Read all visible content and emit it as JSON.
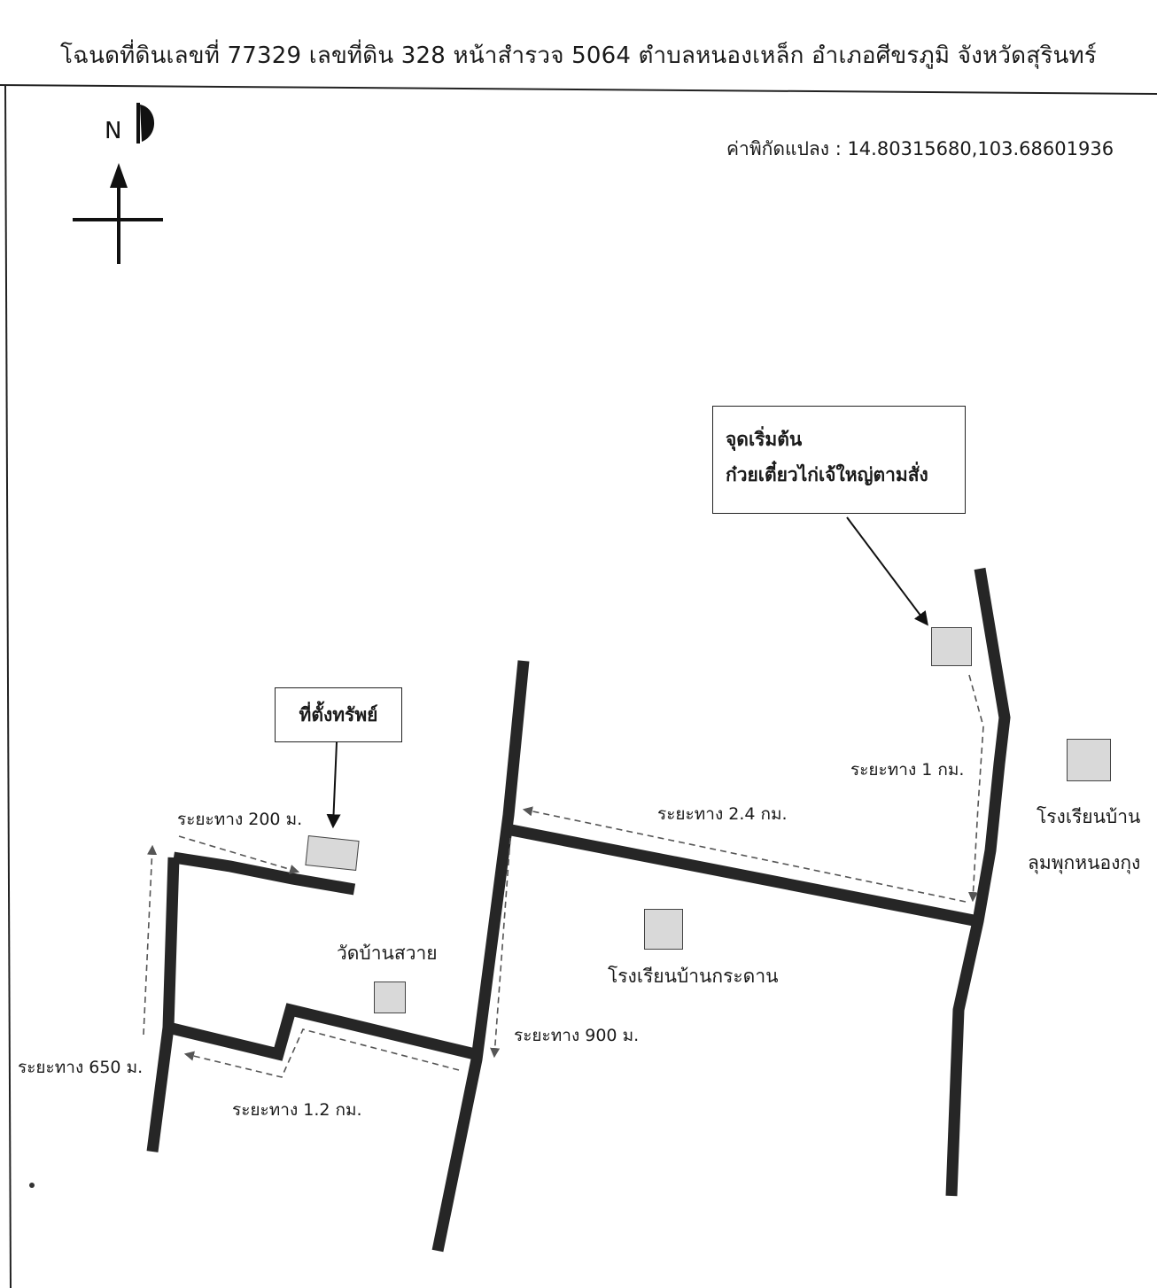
{
  "title": "โฉนดที่ดินเลขที่ 77329 เลขที่ดิน 328 หน้าสำรวจ 5064 ตำบลหนองเหล็ก อำเภอศีขรภูมิ จังหวัดสุรินทร์",
  "coordinates": "ค่าพิกัดแปลง : 14.80315680,103.68601936",
  "compass": {
    "north_label": "N",
    "icon": "north-arrow-icon"
  },
  "callouts": {
    "start_line1": "จุดเริ่มต้น",
    "start_line2": "ก๋วยเตี๋ยวไก่เจ้ใหญ่ตามสั่ง",
    "property": "ที่ตั้งทรัพย์"
  },
  "places": {
    "school_lumphuk_line1": "โรงเรียนบ้าน",
    "school_lumphuk_line2": "ลุมพุกหนองกุง",
    "school_kradan": "โรงเรียนบ้านกระดาน",
    "wat_ban_suai": "วัดบ้านสวาย"
  },
  "distances": {
    "d1": "ระยะทาง 1 กม.",
    "d2": "ระยะทาง 2.4 กม.",
    "d3": "ระยะทาง 900 ม.",
    "d4": "ระยะทาง 1.2 กม.",
    "d5": "ระยะทาง 650 ม.",
    "d6": "ระยะทาง 200 ม."
  },
  "colors": {
    "road": "#262626",
    "building_fill": "#d9d9d9",
    "route": "#555555"
  }
}
